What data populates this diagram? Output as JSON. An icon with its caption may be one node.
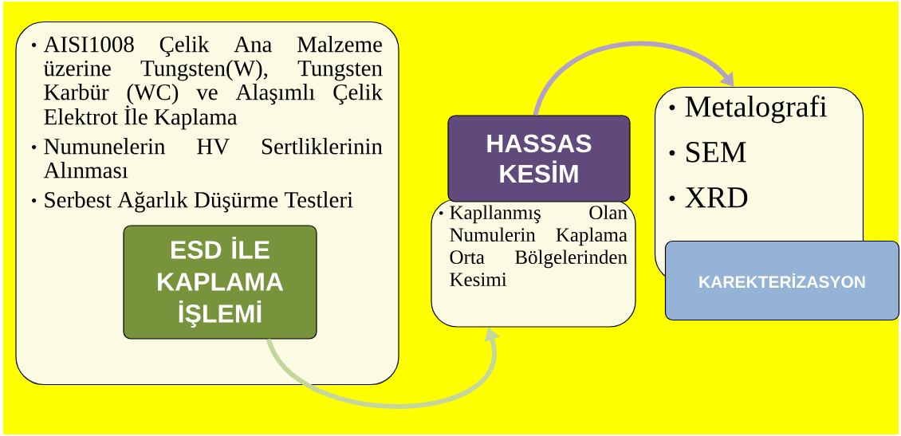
{
  "diagram": {
    "nodes": [
      {
        "text": [
          "AISI1008 Çelik Ana Malzeme üzerine Tungsten(W), Tungsten Karbür (WC) ve Alaşımlı Çelik Elektrot İle Kaplama",
          "Numunelerin HV Sertliklerinin Alınması",
          "Serbest Ağarlık Düşürme Testleri"
        ]
      },
      {
        "text": [
          "ESD İLE KAPLAMA İŞLEMİ"
        ],
        "in": 0
      },
      {
        "text": [
          "HASSAS KESİM"
        ]
      },
      {
        "text": [
          "Kapllanmış Olan Numulerin Kaplama Orta Bölgelerinden Kesimi"
        ]
      },
      {
        "text": [
          "Metalografi",
          "SEM",
          "XRD"
        ]
      },
      {
        "text": [
          "KAREKTERİZASYON"
        ]
      }
    ],
    "edges": [
      {
        "from": 1,
        "to": 3,
        "arrow": "to",
        "color": "#c3d69b"
      },
      {
        "from": 2,
        "to": 4,
        "arrow": "to",
        "color": "#b3a2c7"
      }
    ]
  }
}
